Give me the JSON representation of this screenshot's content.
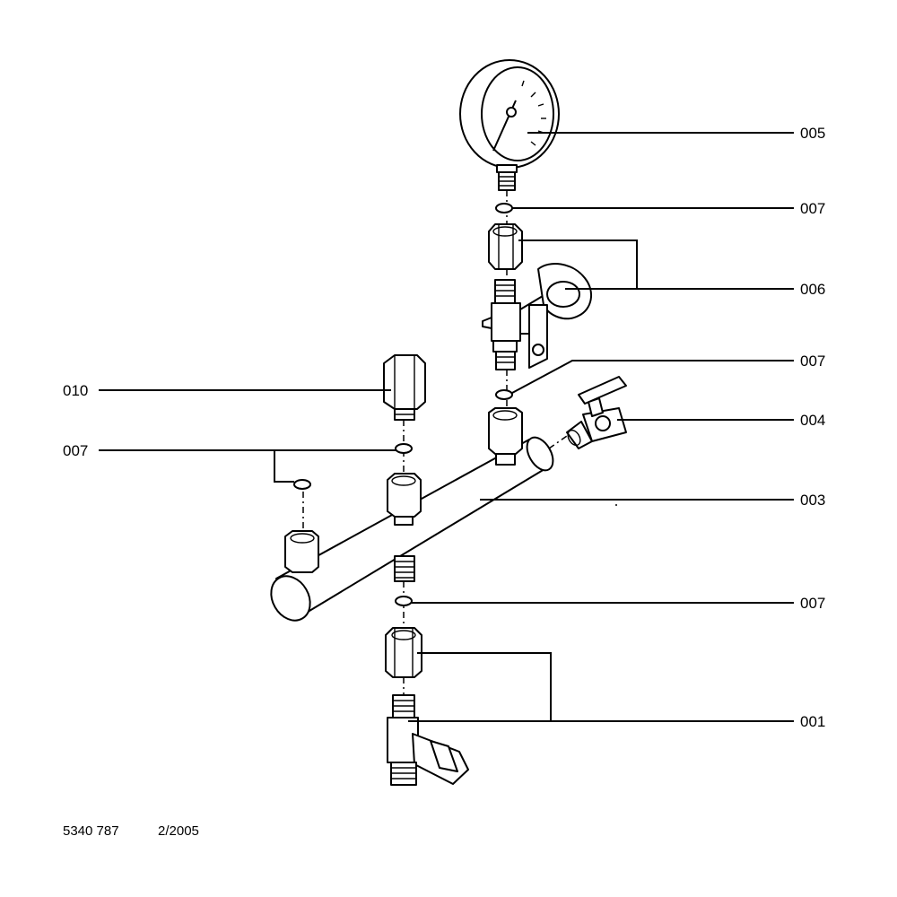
{
  "labels": {
    "p001": "001",
    "p003": "003",
    "p004": "004",
    "p005": "005",
    "p006": "006",
    "p007": "007",
    "p010": "010"
  },
  "footer": {
    "doc_number": "5340 787",
    "date": "2/2005"
  }
}
